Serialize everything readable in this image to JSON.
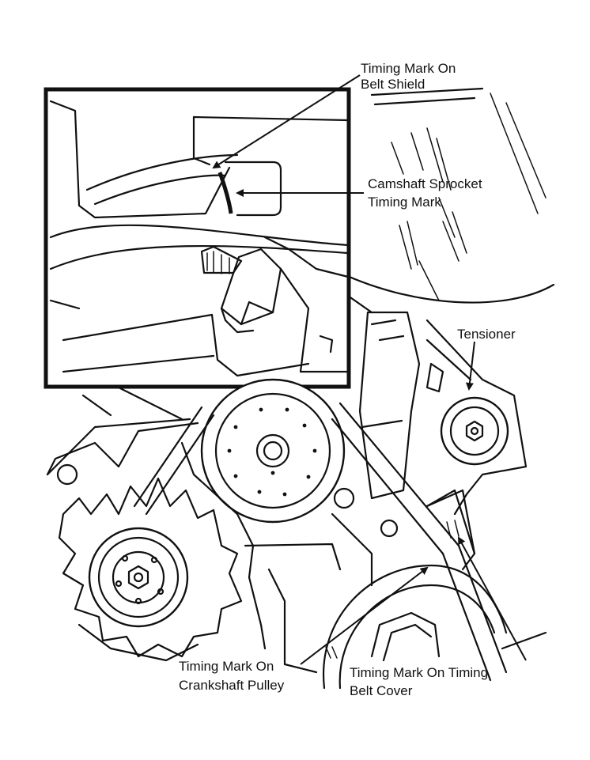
{
  "labels": {
    "belt_shield_1": "Timing Mark On",
    "belt_shield_2": "Belt Shield",
    "cam_sprocket_1": "Camshaft Sprocket",
    "cam_sprocket_2": "Timing Mark",
    "tensioner": "Tensioner",
    "crank_pulley_1": "Timing Mark On",
    "crank_pulley_2": "Crankshaft Pulley",
    "belt_cover_1": "Timing Mark On Timing",
    "belt_cover_2": "Belt Cover"
  }
}
